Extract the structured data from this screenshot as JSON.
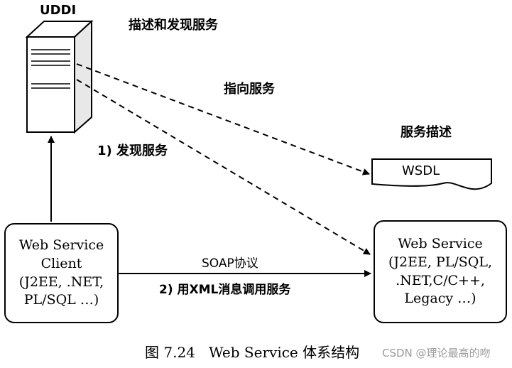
{
  "uddi": {
    "label": "UDDI"
  },
  "labels": {
    "describe_discover": "描述和发现服务",
    "point_to": "指向服务",
    "service_description": "服务描述",
    "discover": "1) 发现服务",
    "soap": "SOAP协议",
    "invoke": "2) 用XML消息调用服务"
  },
  "wsdl": {
    "label": "WSDL"
  },
  "client": {
    "lines": [
      "Web Service",
      "Client",
      "(J2EE, .NET,",
      "PL/SQL …)"
    ]
  },
  "service": {
    "lines": [
      "Web Service",
      "(J2EE, PL/SQL,",
      ".NET,C/C++,",
      "Legacy …)"
    ]
  },
  "caption": {
    "figure_no": "图 7.24",
    "title": "Web Service 体系结构"
  },
  "watermark": "CSDN @理论最高的吻"
}
